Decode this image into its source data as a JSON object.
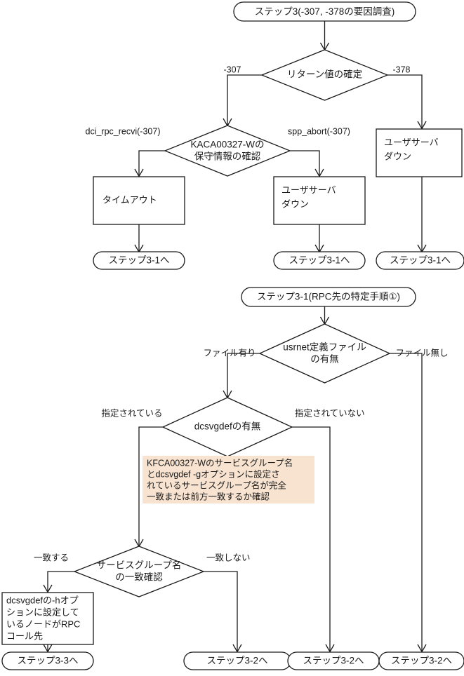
{
  "diagram": {
    "title": "ステップ3 / ステップ3-1 フローチャート",
    "type": "flowchart",
    "colors": {
      "stroke": "#1a1a1a",
      "shape_fill": "#ffffff",
      "note_fill": "#f7e3d0",
      "background": "#ffffff"
    }
  },
  "section1": {
    "start": "ステップ3(-307, -378の要因調査)",
    "decision_return": "リターン値の確定",
    "edge_minus307": "-307",
    "edge_minus378": "-378",
    "decision_kaca": {
      "line1": "KACA00327-Wの",
      "line2": "保守情報の確認"
    },
    "edge_dci": "dci_rpc_recvi(-307)",
    "edge_spp": "spp_abort(-307)",
    "box_timeout": "タイムアウト",
    "box_userserver_mid": {
      "line1": "ユーザサーバ",
      "line2": "ダウン"
    },
    "box_userserver_right": {
      "line1": "ユーザサーバ",
      "line2": "ダウン"
    },
    "end_left": "ステップ3-1へ",
    "end_mid": "ステップ3-1へ",
    "end_right": "ステップ3-1へ"
  },
  "section2": {
    "start": "ステップ3-1(RPC先の特定手順①)",
    "decision_usrnet": {
      "line1": "usrnet定義ファイル",
      "line2": "の有無"
    },
    "edge_file_yes": "ファイル有り",
    "edge_file_no": "ファイル無し",
    "decision_dcsvgdef": "dcsvgdefの有無",
    "edge_specified": "指定されている",
    "edge_not_specified": "指定されていない",
    "note": {
      "line1": "KFCA00327-Wのサービスグループ名",
      "line2": "とdcsvgdef -gオプションに設定さ",
      "line3": "れているサービスグループ名が完全",
      "line4": "一致または前方一致するか確認"
    },
    "decision_svcgroup": {
      "line1": "サービスグループ名",
      "line2": "の一致確認"
    },
    "edge_match": "一致する",
    "edge_nomatch": "一致しない",
    "box_dcsvgdef_h": {
      "line1": "dcsvgdefの-hオプ",
      "line2": "ションに設定して",
      "line3": "いるノードがRPC",
      "line4": "コール先"
    },
    "end_step33": "ステップ3-3へ",
    "end_step32_a": "ステップ3-2へ",
    "end_step32_b": "ステップ3-2へ",
    "end_step32_c": "ステップ3-2へ"
  }
}
